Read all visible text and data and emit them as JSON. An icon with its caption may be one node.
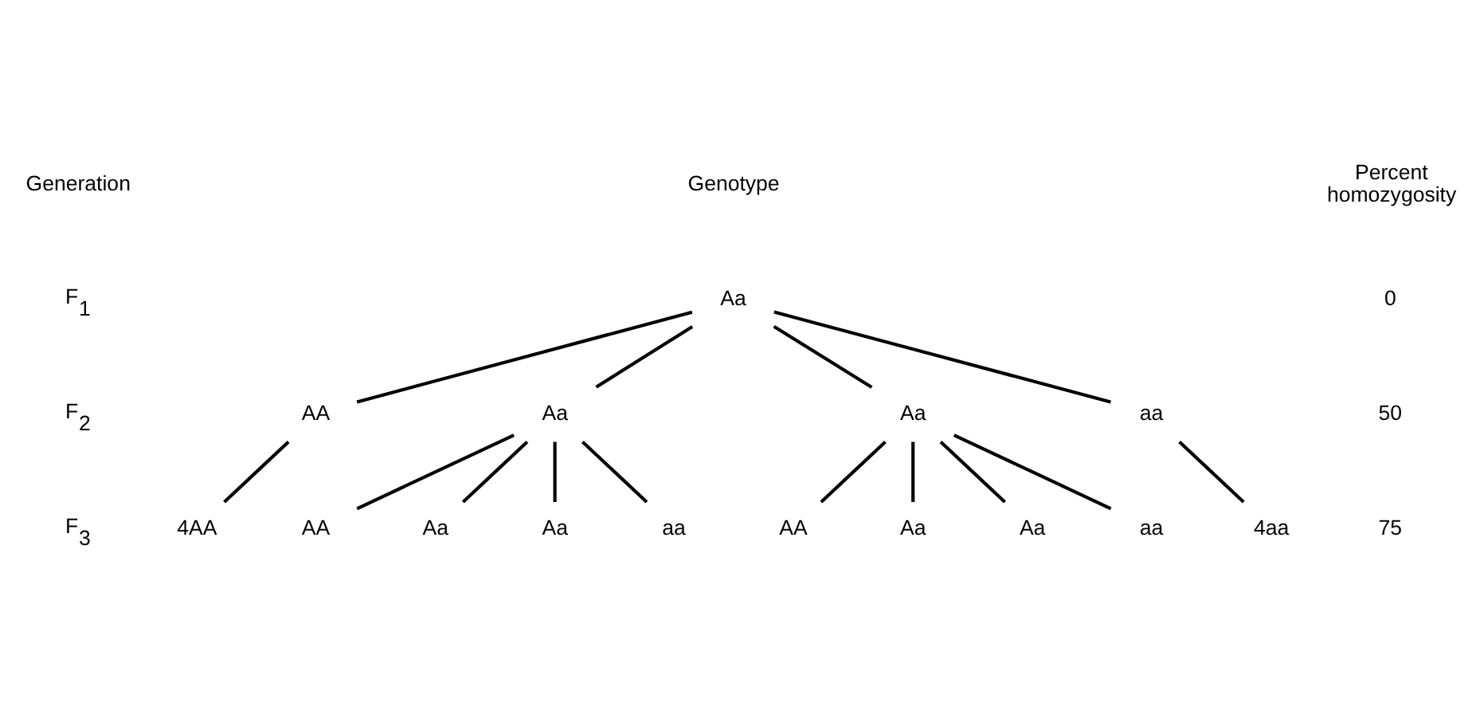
{
  "diagram": {
    "nodes": [
      {
        "text": [
          "Aa"
        ]
      },
      {
        "text": [
          "AA"
        ]
      },
      {
        "text": [
          "Aa"
        ]
      },
      {
        "text": [
          "Aa"
        ]
      },
      {
        "text": [
          "aa"
        ]
      },
      {
        "text": [
          "4AA"
        ]
      },
      {
        "text": [
          "AA"
        ]
      },
      {
        "text": [
          "Aa"
        ]
      },
      {
        "text": [
          "Aa"
        ]
      },
      {
        "text": [
          "aa"
        ]
      },
      {
        "text": [
          "AA"
        ]
      },
      {
        "text": [
          "Aa"
        ]
      },
      {
        "text": [
          "Aa"
        ]
      },
      {
        "text": [
          "aa"
        ]
      },
      {
        "text": [
          "4aa"
        ]
      }
    ],
    "edges": [
      {
        "from": 0,
        "to": 1,
        "arrow": "none"
      },
      {
        "from": 0,
        "to": 2,
        "arrow": "none"
      },
      {
        "from": 0,
        "to": 3,
        "arrow": "none"
      },
      {
        "from": 0,
        "to": 4,
        "arrow": "none"
      },
      {
        "from": 1,
        "to": 5,
        "arrow": "none"
      },
      {
        "from": 2,
        "to": 6,
        "arrow": "none"
      },
      {
        "from": 2,
        "to": 7,
        "arrow": "none"
      },
      {
        "from": 2,
        "to": 8,
        "arrow": "none"
      },
      {
        "from": 2,
        "to": 9,
        "arrow": "none"
      },
      {
        "from": 3,
        "to": 10,
        "arrow": "none"
      },
      {
        "from": 3,
        "to": 11,
        "arrow": "none"
      },
      {
        "from": 3,
        "to": 12,
        "arrow": "none"
      },
      {
        "from": 3,
        "to": 13,
        "arrow": "none"
      },
      {
        "from": 4,
        "to": 14,
        "arrow": "none"
      }
    ],
    "labels": [
      "Generation",
      "Genotype",
      "Percent homozygosity",
      "F$_{1}$",
      "0",
      "F$_{2}$",
      "50",
      "F$_{3}$",
      "75"
    ]
  }
}
